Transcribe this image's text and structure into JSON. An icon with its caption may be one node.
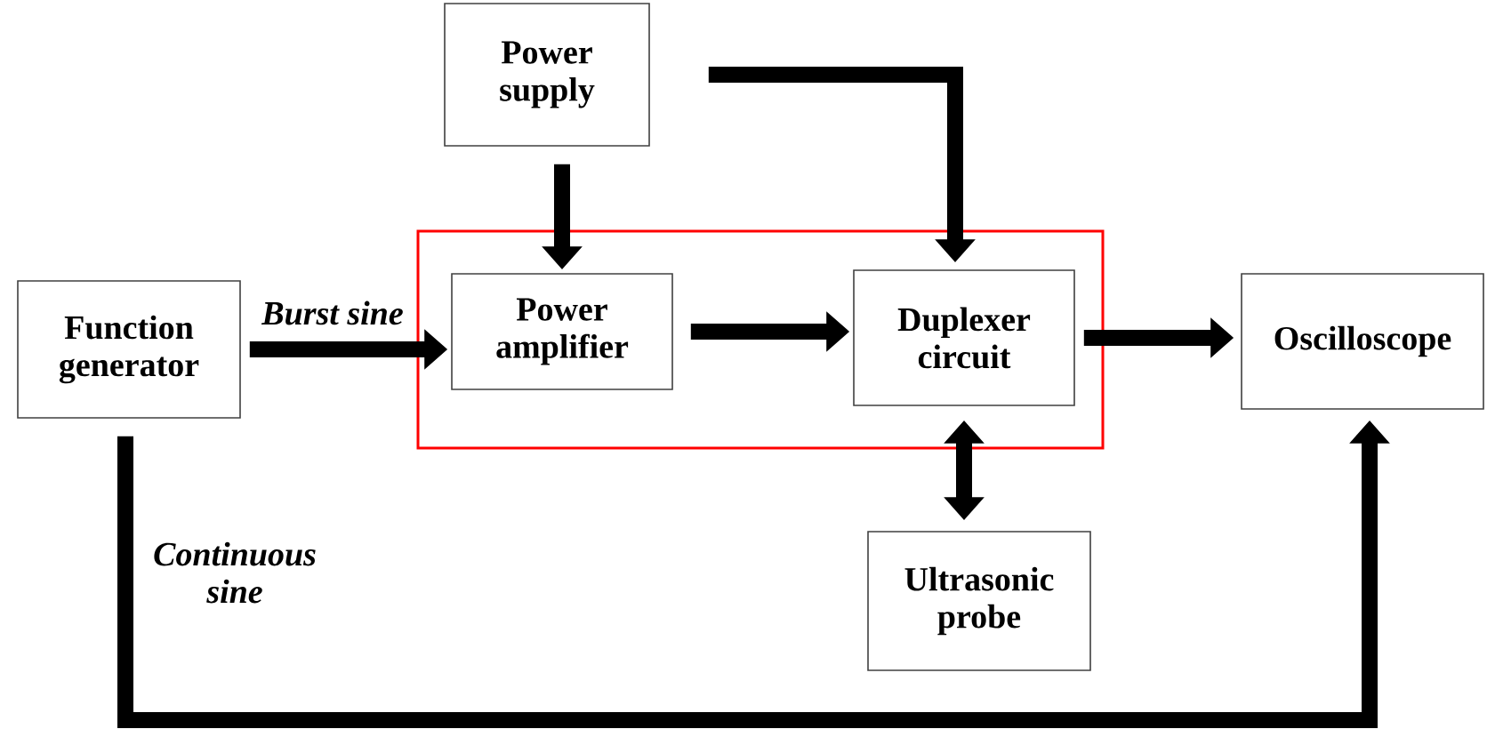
{
  "diagram": {
    "nodes": [
      {
        "text": [
          "Function generator"
        ]
      },
      {
        "text": [
          "Power supply"
        ]
      },
      {
        "text": [],
        "shape": "box"
      },
      {
        "text": [
          "Power amplifier"
        ],
        "in": 2
      },
      {
        "text": [
          "Duplexer circuit"
        ],
        "in": 2
      },
      {
        "text": [
          "Oscilloscope"
        ]
      },
      {
        "text": [
          "Ultrasonic probe"
        ]
      }
    ],
    "edges": [
      {
        "from": 0,
        "to": 3,
        "arrow": "to",
        "label": "Burst sine"
      },
      {
        "from": 1,
        "to": 3,
        "arrow": "to"
      },
      {
        "from": 1,
        "to": 4,
        "arrow": "to"
      },
      {
        "from": 3,
        "to": 4,
        "arrow": "to"
      },
      {
        "from": 4,
        "to": 5,
        "arrow": "to"
      },
      {
        "from": 4,
        "to": 6,
        "arrow": "both"
      },
      {
        "from": 0,
        "to": 5,
        "arrow": "to",
        "label": "Continuous sine"
      }
    ]
  }
}
